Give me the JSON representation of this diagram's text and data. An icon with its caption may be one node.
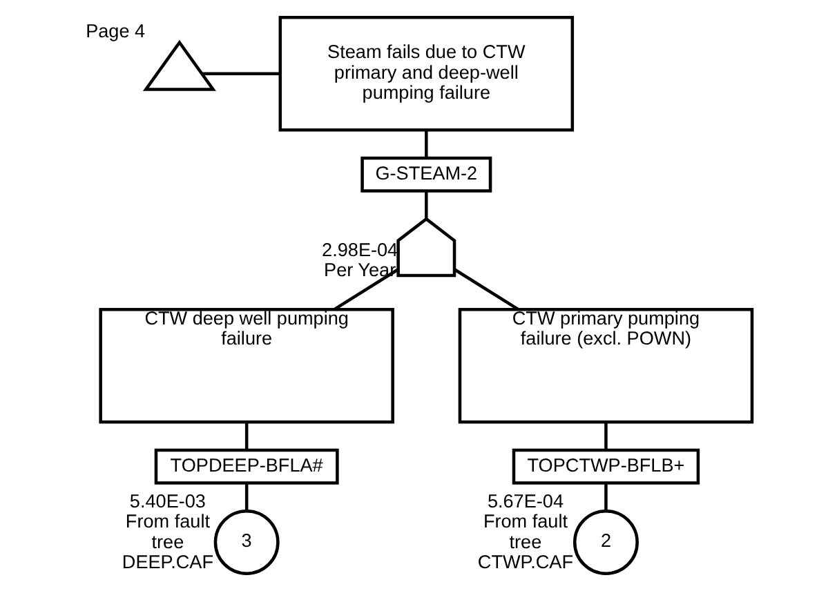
{
  "diagram": {
    "nodes": [
      {
        "text": [
          "Steam fails due to CTW primary and deep-well pumping failure"
        ]
      },
      {
        "text": [
          "G-STEAM-2"
        ]
      },
      {
        "text": [],
        "shape": "gate",
        "beside": [
          "2.98E-04 Per Year"
        ]
      },
      {
        "text": [],
        "shape": "triangle",
        "beside": [
          "Page 4"
        ]
      },
      {
        "text": [
          "CTW deep well pumping failure"
        ]
      },
      {
        "text": [
          "TOPDEEP-BFLA#"
        ]
      },
      {
        "text": [
          "3"
        ],
        "beside": [
          "5.40E-03 From fault tree DEEP.CAF"
        ]
      },
      {
        "text": [
          "CTW primary pumping failure (excl. POWN)"
        ]
      },
      {
        "text": [
          "TOPCTWP-BFLB+"
        ]
      },
      {
        "text": [
          "2"
        ],
        "beside": [
          "5.67E-04 From fault tree CTWP.CAF"
        ]
      }
    ],
    "edges": [
      {
        "from": 3,
        "to": 0,
        "arrow": "none"
      },
      {
        "from": 0,
        "to": 1,
        "arrow": "none"
      },
      {
        "from": 1,
        "to": 2,
        "arrow": "none"
      },
      {
        "from": 2,
        "to": 4,
        "arrow": "none"
      },
      {
        "from": 2,
        "to": 7,
        "arrow": "none"
      },
      {
        "from": 4,
        "to": 5,
        "arrow": "none"
      },
      {
        "from": 5,
        "to": 6,
        "arrow": "none"
      },
      {
        "from": 7,
        "to": 8,
        "arrow": "none"
      },
      {
        "from": 8,
        "to": 9,
        "arrow": "none"
      }
    ]
  }
}
